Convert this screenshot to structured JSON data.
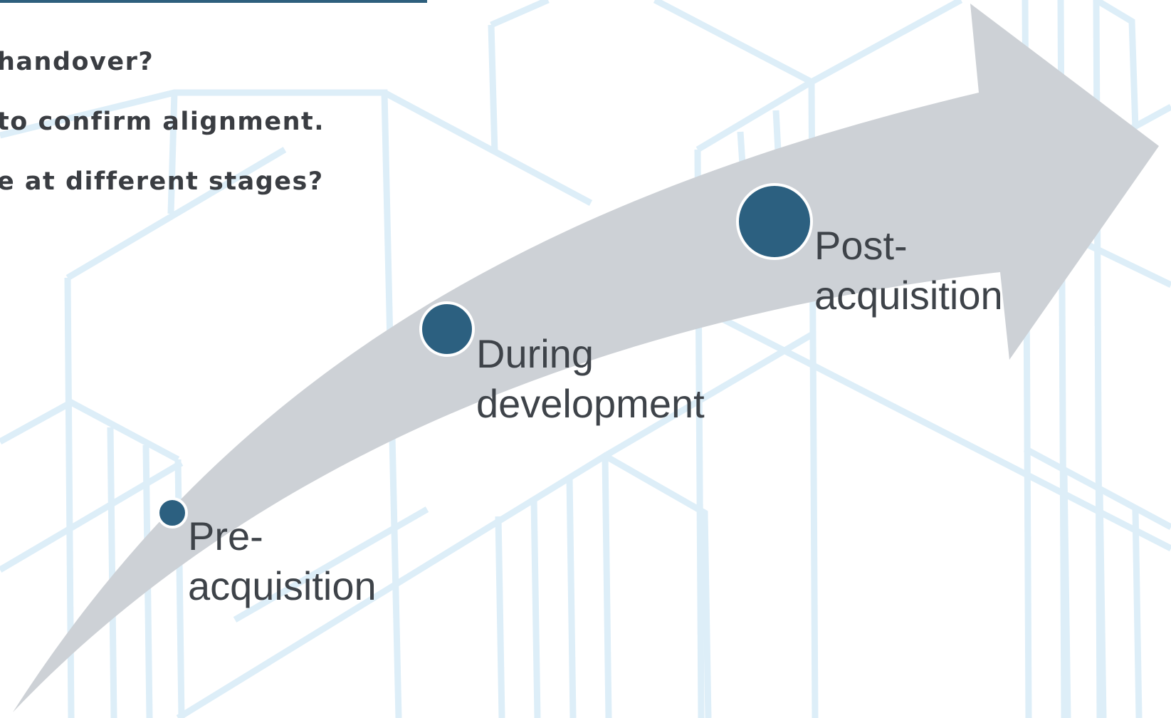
{
  "questions": [
    "handover?",
    "to confirm alignment.",
    "e at different stages?"
  ],
  "stages": [
    {
      "line1": "Pre-",
      "line2": "acquisition"
    },
    {
      "line1": "During",
      "line2": "development"
    },
    {
      "line1": "Post-",
      "line2": "acquisition"
    }
  ],
  "colors": {
    "arrow": "#cdd1d6",
    "marker": "#2c6080",
    "marker_stroke": "#ffffff",
    "background_lines": "#ddeef8",
    "title_rule": "#2e5f7d",
    "text": "#3e4349"
  }
}
